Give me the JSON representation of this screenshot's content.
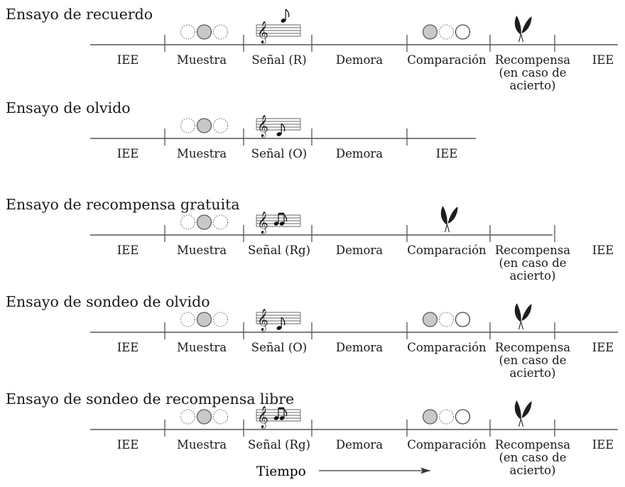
{
  "diagram": {
    "trials": [
      {
        "title": "Ensayo de recuerdo",
        "segments": [
          {
            "label": "IEE",
            "icon": "none"
          },
          {
            "label": "Muestra",
            "icon": "sample-circles"
          },
          {
            "label": "Señal (R)",
            "icon": "staff-eighth-note"
          },
          {
            "label": "Demora",
            "icon": "none"
          },
          {
            "label": "Comparación",
            "icon": "comparison-circles"
          },
          {
            "label": "Recompensa",
            "sublabel": [
              "(en caso de",
              "acierto)"
            ],
            "icon": "seed-reward"
          },
          {
            "label": "IEE",
            "icon": "none"
          }
        ]
      },
      {
        "title": "Ensayo de olvido",
        "segments": [
          {
            "label": "IEE",
            "icon": "none"
          },
          {
            "label": "Muestra",
            "icon": "sample-circles"
          },
          {
            "label": "Señal (O)",
            "icon": "staff-low-note"
          },
          {
            "label": "Demora",
            "icon": "none"
          },
          {
            "label": "IEE",
            "icon": "none"
          }
        ]
      },
      {
        "title": "Ensayo de recompensa gratuita",
        "segments": [
          {
            "label": "IEE",
            "icon": "none"
          },
          {
            "label": "Muestra",
            "icon": "sample-circles"
          },
          {
            "label": "Señal (Rg)",
            "icon": "staff-beamed-notes"
          },
          {
            "label": "Demora",
            "icon": "none"
          },
          {
            "label": "Comparación",
            "icon": "seed-reward"
          },
          {
            "label": "Recompensa",
            "sublabel": [
              "(en caso de",
              "acierto)"
            ],
            "icon": "none"
          },
          {
            "label": "IEE",
            "icon": "none"
          }
        ]
      },
      {
        "title": "Ensayo de sondeo de olvido",
        "segments": [
          {
            "label": "IEE",
            "icon": "none"
          },
          {
            "label": "Muestra",
            "icon": "sample-circles"
          },
          {
            "label": "Señal (O)",
            "icon": "staff-low-note"
          },
          {
            "label": "Demora",
            "icon": "none"
          },
          {
            "label": "Comparación",
            "icon": "comparison-circles"
          },
          {
            "label": "Recompensa",
            "sublabel": [
              "(en caso de",
              "acierto)"
            ],
            "icon": "seed-reward"
          },
          {
            "label": "IEE",
            "icon": "none"
          }
        ]
      },
      {
        "title": "Ensayo de sondeo de recompensa libre",
        "segments": [
          {
            "label": "IEE",
            "icon": "none"
          },
          {
            "label": "Muestra",
            "icon": "sample-circles"
          },
          {
            "label": "Señal (Rg)",
            "icon": "staff-beamed-notes"
          },
          {
            "label": "Demora",
            "icon": "none"
          },
          {
            "label": "Comparación",
            "icon": "comparison-circles"
          },
          {
            "label": "Recompensa",
            "sublabel": [
              "(en caso de",
              "acierto)"
            ],
            "icon": "seed-reward"
          },
          {
            "label": "IEE",
            "icon": "none"
          }
        ]
      }
    ],
    "axis_label": "Tiempo",
    "colors": {
      "line": "#555555",
      "text": "#1a1a1a",
      "circle_fill": "#c8c8c8",
      "staff": "#666666",
      "seed": "#1e1e1e"
    }
  }
}
